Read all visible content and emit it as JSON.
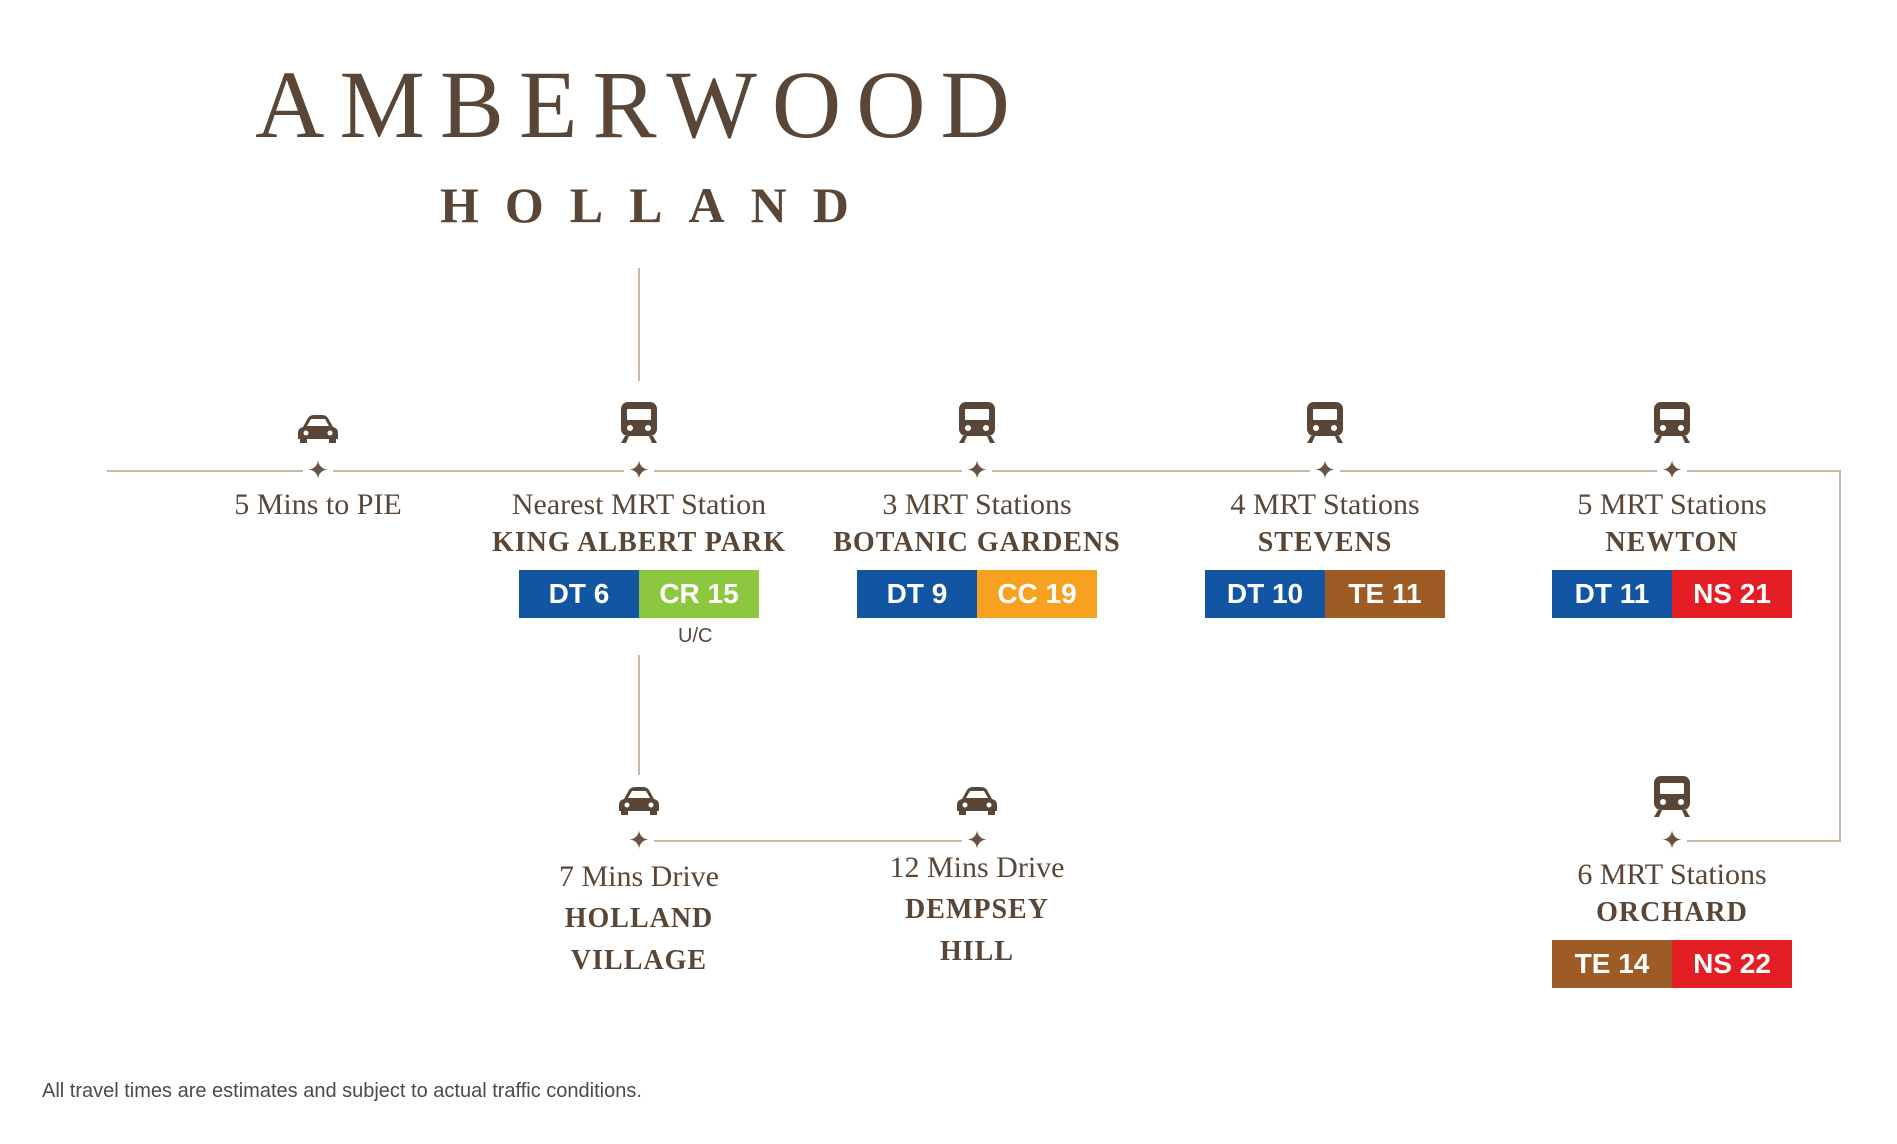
{
  "brand": {
    "title": "AMBERWOOD",
    "subtitle": "HOLLAND"
  },
  "colors": {
    "line": "#c9b8a8",
    "text": "#5a4636",
    "DT": "#1255a3",
    "CR": "#8dc63f",
    "CC": "#f7a120",
    "TE": "#9d5b25",
    "NS": "#e31e24"
  },
  "nodes": {
    "pie": {
      "icon": "car-icon",
      "line1": "5 Mins to PIE"
    },
    "kap": {
      "icon": "train-icon",
      "line1": "Nearest MRT Station",
      "line2": "KING ALBERT PARK",
      "badges": [
        {
          "text": "DT 6",
          "line": "DT"
        },
        {
          "text": "CR 15",
          "line": "CR"
        }
      ],
      "note": "U/C"
    },
    "bg": {
      "icon": "train-icon",
      "line1": "3 MRT Stations",
      "line2": "BOTANIC GARDENS",
      "badges": [
        {
          "text": "DT 9",
          "line": "DT"
        },
        {
          "text": "CC 19",
          "line": "CC"
        }
      ]
    },
    "stevens": {
      "icon": "train-icon",
      "line1": "4 MRT Stations",
      "line2": "STEVENS",
      "badges": [
        {
          "text": "DT 10",
          "line": "DT"
        },
        {
          "text": "TE 11",
          "line": "TE"
        }
      ]
    },
    "newton": {
      "icon": "train-icon",
      "line1": "5 MRT Stations",
      "line2": "NEWTON",
      "badges": [
        {
          "text": "DT 11",
          "line": "DT"
        },
        {
          "text": "NS 21",
          "line": "NS"
        }
      ]
    },
    "hv": {
      "icon": "car-icon",
      "line1": "7 Mins Drive",
      "line2": "HOLLAND",
      "line3": "VILLAGE"
    },
    "dh": {
      "icon": "car-icon",
      "line1": "12 Mins Drive",
      "line2": "DEMPSEY",
      "line3": "HILL"
    },
    "orchard": {
      "icon": "train-icon",
      "line1": "6 MRT Stations",
      "line2": "ORCHARD",
      "badges": [
        {
          "text": "TE 14",
          "line": "TE"
        },
        {
          "text": "NS 22",
          "line": "NS"
        }
      ]
    }
  },
  "footnote": "All travel times are estimates and subject to actual traffic conditions."
}
